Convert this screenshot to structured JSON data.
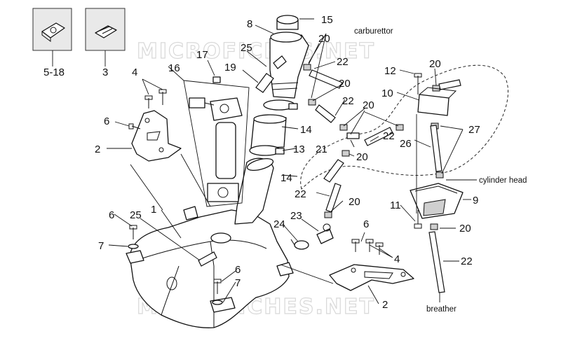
{
  "watermark": "MICROFICHES.NET",
  "labels": {
    "n1": "1",
    "n2a": "2",
    "n2b": "2",
    "n3": "3",
    "n4a": "4",
    "n4b": "4",
    "n518": "5-18",
    "n6a": "6",
    "n6b": "6",
    "n6c": "6",
    "n6d": "6",
    "n7a": "7",
    "n7b": "7",
    "n8": "8",
    "n9": "9",
    "n10": "10",
    "n11": "11",
    "n12": "12",
    "n13": "13",
    "n14a": "14",
    "n14b": "14",
    "n15": "15",
    "n16": "16",
    "n17": "17",
    "n19": "19",
    "n20a": "20",
    "n20b": "20",
    "n20c": "20",
    "n20d": "20",
    "n20e": "20",
    "n20f": "20",
    "n20g": "20",
    "n21": "21",
    "n22a": "22",
    "n22b": "22",
    "n22c": "22",
    "n22d": "22",
    "n22e": "22",
    "n23": "23",
    "n24": "24",
    "n25a": "25",
    "n25b": "25",
    "n26": "26",
    "n27": "27"
  },
  "annotations": {
    "carburettor": "carburettor",
    "cylinder_head": "cylinder head",
    "breather": "breather"
  }
}
